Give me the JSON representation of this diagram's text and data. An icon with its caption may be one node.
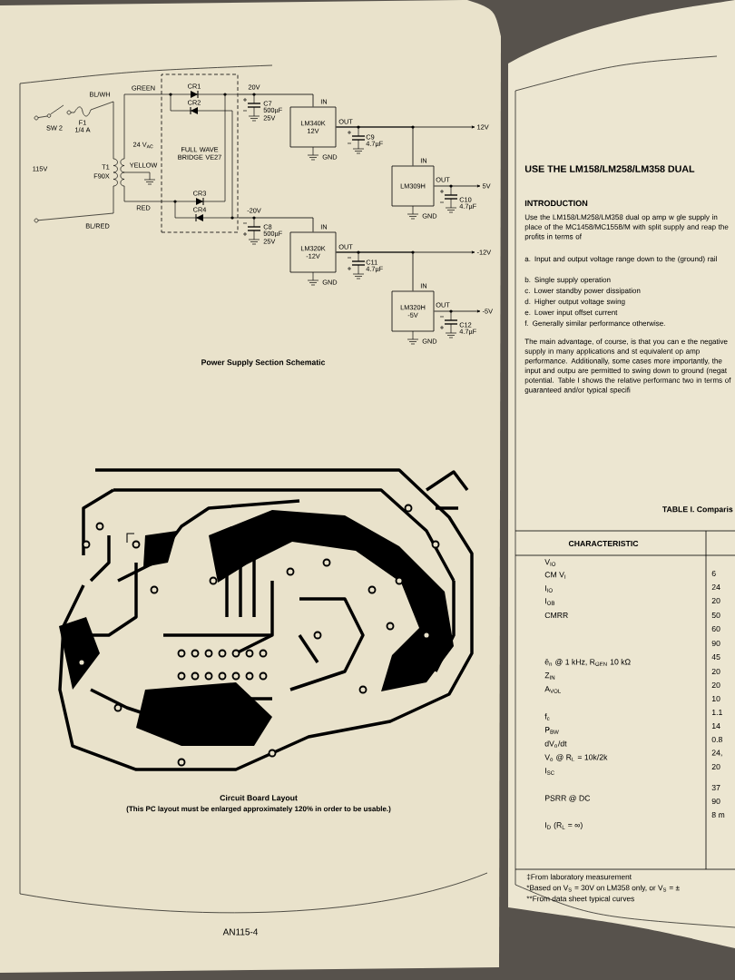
{
  "diagram": {
    "nodes": [
      {
        "text": [
          "FULL WAVE BRIDGE VE27"
        ]
      },
      {
        "text": [
          "LM340K 12V"
        ],
        "beside": [
          "IN",
          "OUT",
          "GND"
        ]
      },
      {
        "text": [
          "LM309H"
        ],
        "beside": [
          "IN",
          "OUT",
          "GND"
        ]
      },
      {
        "text": [
          "LM320K -12V"
        ],
        "beside": [
          "IN",
          "OUT",
          "GND"
        ]
      },
      {
        "text": [
          "LM320H -5V"
        ],
        "beside": [
          "IN",
          "OUT",
          "GND"
        ]
      },
      {
        "text": [
          "12V"
        ]
      },
      {
        "text": [
          "5V"
        ]
      },
      {
        "text": [
          "-12V"
        ]
      },
      {
        "text": [
          "-5V"
        ]
      }
    ],
    "edges": [
      {
        "from": 0,
        "to": 1,
        "arrow": "none"
      },
      {
        "from": 0,
        "to": 3,
        "arrow": "none"
      },
      {
        "from": 1,
        "to": 2,
        "arrow": "none"
      },
      {
        "from": 1,
        "to": 5,
        "arrow": "to"
      },
      {
        "from": 2,
        "to": 6,
        "arrow": "to"
      },
      {
        "from": 3,
        "to": 4,
        "arrow": "none"
      },
      {
        "from": 3,
        "to": 7,
        "arrow": "to"
      },
      {
        "from": 4,
        "to": 8,
        "arrow": "to"
      }
    ],
    "labels": [
      "CR1",
      "CR2",
      "20V",
      "C7",
      "500µF",
      "25V",
      "BL/WH",
      "GREEN",
      "SW 2",
      "F1",
      "1/4 A",
      "24 V$_{AC}$",
      "115V",
      "T1",
      "F90X",
      "YELLOW",
      "CR3",
      "CR4",
      "RED",
      "BL/RED",
      "-20V",
      "C8",
      "500µF",
      "25V",
      "C9",
      "4.7µF",
      "C10",
      "4.7µF",
      "C11",
      "4.7µF",
      "C12",
      "4.7µF",
      "Power Supply Section Schematic",
      "Circuit Board Layout",
      "(This PC layout must be enlarged approximately 120% in order to be usable.)",
      "AN115-4",
      "USE THE LM158/LM258/LM358 DUAL",
      "INTRODUCTION",
      "Use the LM158/LM258/LM358 dual op amp w gle supply in place of the MC1458/MC1558/M with split supply and reap the profits in terms of",
      "a. Input and output voltage range down to the (ground) rail",
      "b. Single supply operation",
      "c. Lower standby power dissipation",
      "d. Higher output voltage swing",
      "e. Lower input offset current",
      "f. Generally similar performance otherwise.",
      "The main advantage, of course, is that you can e the negative supply in many applications and st equivalent op amp performance. Additionally, some cases more importantly, the input and outpu are permitted to swing down to ground (negat potential. Table I shows the relative performanc two in terms of guaranteed and/or typical specifi",
      "TABLE I. Comparis",
      "CHARACTERISTIC",
      "V$_{IO}$",
      "CM V$_{I}$",
      "I$_{IO}$",
      "I$_{OB}$",
      "CMRR",
      "ē$_{n}$ @ 1 kHz, R$_{GEN}$ 10 kΩ",
      "Z$_{IN}$",
      "A$_{VOL}$",
      "f$_{c}$",
      "P$_{BW}$",
      "dV$_{o}$/dt",
      "V$_{o}$ @ R$_{L}$ = 10k/2k",
      "I$_{SC}$",
      "PSRR @ DC",
      "I$_{D}$ (R$_{L}$ = ∞)",
      "6",
      "24",
      "20",
      "50",
      "60",
      "90",
      "45",
      "20",
      "20",
      "10",
      "1.1",
      "14",
      "0.8",
      "24,",
      "20",
      "37",
      "90",
      "8 m",
      "‡From laboratory measurement",
      "*Based on V$_{S}$ = 30V on LM358 only, or V$_{S}$ = ±",
      "**From data sheet typical curves"
    ]
  }
}
